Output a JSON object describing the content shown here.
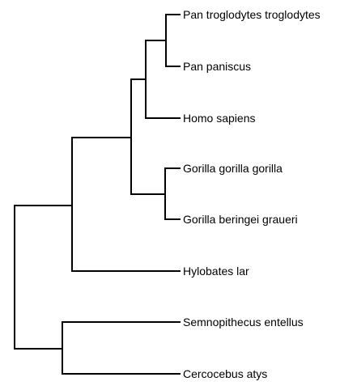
{
  "tree": {
    "leaves": [
      {
        "id": "pan-troglodytes-troglodytes",
        "label": "Pan troglodytes troglodytes"
      },
      {
        "id": "pan-paniscus",
        "label": "Pan paniscus"
      },
      {
        "id": "homo-sapiens",
        "label": "Homo sapiens"
      },
      {
        "id": "gorilla-gorilla-gorilla",
        "label": "Gorilla gorilla gorilla"
      },
      {
        "id": "gorilla-beringei-graueri",
        "label": "Gorilla beringei graueri"
      },
      {
        "id": "hylobates-lar",
        "label": "Hylobates lar"
      },
      {
        "id": "semnopithecus-entellus",
        "label": "Semnopithecus entellus"
      },
      {
        "id": "cercocebus-atys",
        "label": "Cercocebus atys"
      }
    ],
    "topology": "((((((Pan troglodytes troglodytes,Pan paniscus),Homo sapiens),(Gorilla gorilla gorilla,Gorilla beringei graueri)),Hylobates lar),(Semnopithecus entellus,Cercocebus atys)))",
    "line_color": "#000000"
  }
}
